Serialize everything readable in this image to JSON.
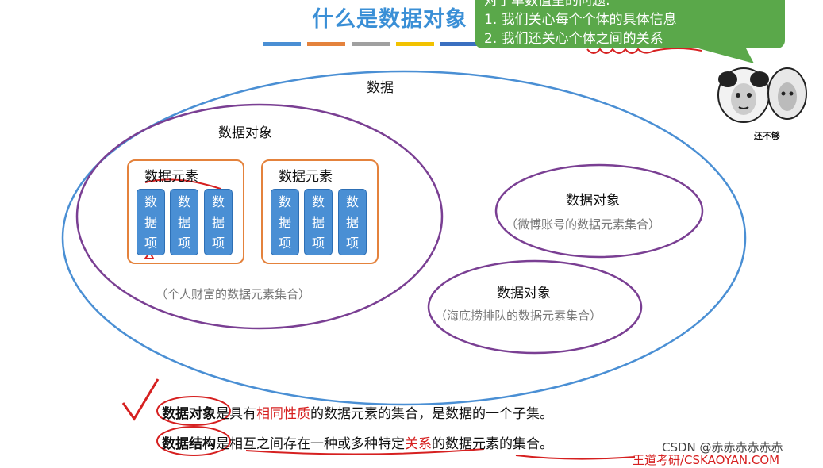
{
  "slide": {
    "title": "什么是数据对象",
    "title_bar_colors": [
      "#4a8fd4",
      "#e4823c",
      "#a0a0a0",
      "#f2c200",
      "#3a6fc0"
    ]
  },
  "callout": {
    "line0": "对于单数值呈的问题:",
    "line1": "1. 我们关心每个个体的具体信息",
    "line2": "2. 我们还关心个体之间的关系"
  },
  "meme": {
    "caption": "还不够"
  },
  "diagram": {
    "outer_label": "数据",
    "object_main_label": "数据对象",
    "element_label_1": "数据元素",
    "element_label_2": "数据元素",
    "item_chars": [
      "数",
      "据",
      "项"
    ],
    "object_main_desc": "（个人财富的数据元素集合）",
    "object_weibo_label": "数据对象",
    "object_weibo_desc": "（微博账号的数据元素集合）",
    "object_haidi_label": "数据对象",
    "object_haidi_desc": "（海底捞排队的数据元素集合）"
  },
  "text": {
    "def1_term": "数据对象",
    "def1_a": "是具有",
    "def1_highlight": "相同性质",
    "def1_b": "的数据元素的集合，是数据的一个子集。",
    "def2_term": "数据结构",
    "def2_a": "是相互之间存在一种或多种特定",
    "def2_highlight": "关系",
    "def2_b": "的数据元素的集合。"
  },
  "watermarks": {
    "csdn": "CSDN @赤赤赤赤赤赤",
    "wangdao": "王道考研/CSKAOYAN.COM"
  },
  "colors": {
    "title": "#3a8fd6",
    "outer_ellipse": "#4a8fd4",
    "object_ellipse": "#7a3f93",
    "element_box": "#e4823c",
    "item_fill": "#4a8fd4",
    "callout_bg": "#5aa84a",
    "annotation_red": "#d62020"
  }
}
